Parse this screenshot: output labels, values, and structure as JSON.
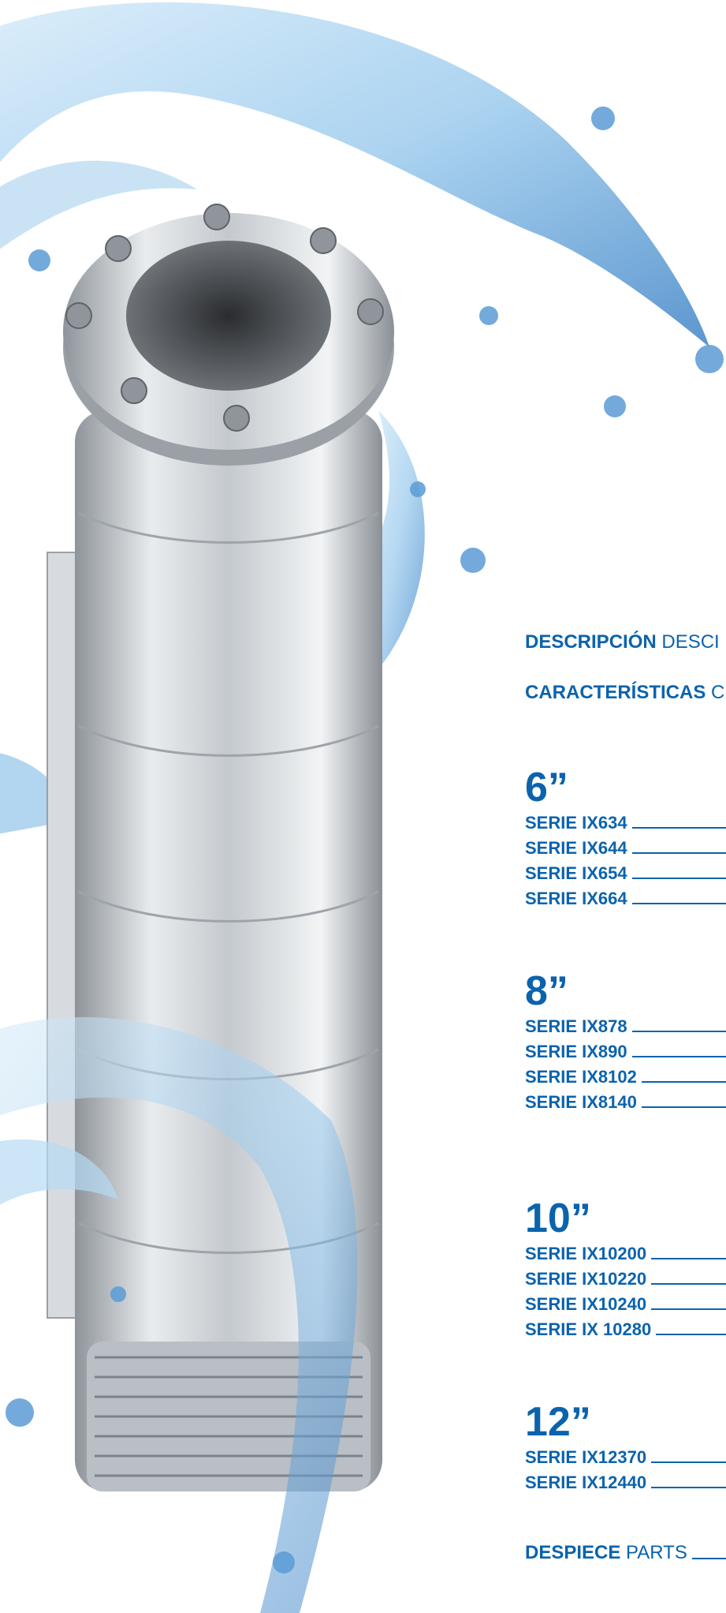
{
  "colors": {
    "brand_blue": "#0b63ad",
    "water": "#8fc4ea",
    "steel": "#bfc5cb"
  },
  "image": {
    "icon": "submersible-pump-with-water-splash"
  },
  "toc": {
    "descripcion": {
      "bold": "DESCRIPCIÓN",
      "rest": "DESCI"
    },
    "caracteristicas": {
      "bold": "CARACTERÍSTICAS",
      "rest": "C"
    },
    "groups": [
      {
        "size": "6”",
        "items": [
          "SERIE IX634",
          "SERIE IX644",
          "SERIE IX654",
          "SERIE IX664"
        ]
      },
      {
        "size": "8”",
        "items": [
          "SERIE IX878",
          "SERIE IX890",
          "SERIE IX8102",
          "SERIE IX8140"
        ]
      },
      {
        "size": "10”",
        "items": [
          "SERIE IX10200",
          "SERIE IX10220",
          "SERIE IX10240",
          "SERIE IX 10280"
        ]
      },
      {
        "size": "12”",
        "items": [
          "SERIE IX12370",
          "SERIE IX12440"
        ]
      }
    ],
    "despiece": {
      "bold": "DESPIECE",
      "rest": "PARTS"
    }
  }
}
